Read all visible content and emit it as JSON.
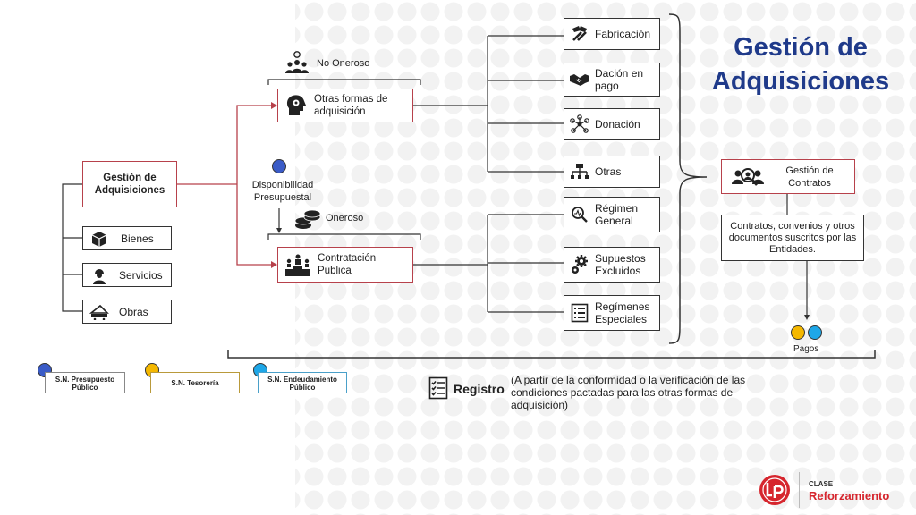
{
  "title": "Gestión de Adquisiciones",
  "root": {
    "label": "Gestión de Adquisiciones"
  },
  "root_children": [
    {
      "label": "Bienes",
      "icon": "box-icon"
    },
    {
      "label": "Servicios",
      "icon": "worker-icon"
    },
    {
      "label": "Obras",
      "icon": "construction-icon"
    }
  ],
  "no_oneroso": {
    "label": "No Oneroso",
    "icon": "team-icon"
  },
  "oneroso": {
    "label": "Oneroso",
    "icon": "coins-icon"
  },
  "disponibilidad": {
    "label": "Disponibilidad Presupuestal"
  },
  "otras_formas": {
    "label": "Otras formas de adquisición",
    "icon": "head-gear-icon"
  },
  "contratacion": {
    "label": "Contratación Pública",
    "icon": "podium-icon"
  },
  "otras_children": [
    {
      "label": "Fabricación",
      "icon": "hammer-icon"
    },
    {
      "label": "Dación en pago",
      "icon": "handshake-icon"
    },
    {
      "label": "Donación",
      "icon": "network-icon"
    },
    {
      "label": "Otras",
      "icon": "hierarchy-icon"
    }
  ],
  "contratacion_children": [
    {
      "label": "Régimen General",
      "icon": "magnifier-icon"
    },
    {
      "label": "Supuestos Excluidos",
      "icon": "gears-icon"
    },
    {
      "label": "Regímenes Especiales",
      "icon": "list-icon"
    }
  ],
  "gestion_contratos": {
    "label": "Gestión de Contratos",
    "icon": "people-search-icon"
  },
  "contratos_desc": "Contratos, convenios y otros documentos suscritos por las Entidades.",
  "pagos": "Pagos",
  "legend": [
    {
      "label": "S.N. Presupuesto Público",
      "color": "#3a5bc7"
    },
    {
      "label": "S.N. Tesorería",
      "color": "#f5b800"
    },
    {
      "label": "S.N. Endeudamiento Público",
      "color": "#1ea7e8"
    }
  ],
  "registro": {
    "label": "Registro",
    "note": "(A partir de la conformidad  o la verificación de las condiciones pactadas para las otras formas de adquisición)"
  },
  "branding": {
    "small": "CLASE",
    "big": "Reforzamiento",
    "logo": "lp-logo"
  },
  "colors": {
    "accent_red": "#b7414b",
    "title_blue": "#1f3a8a",
    "brand_red": "#d6262e"
  }
}
